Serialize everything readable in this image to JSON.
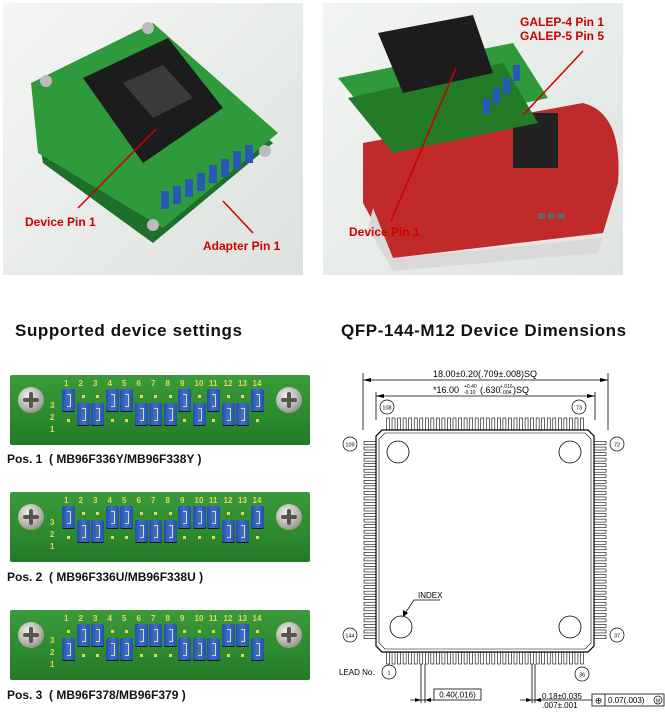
{
  "photos": {
    "adapter": {
      "callouts": {
        "device_pin1": "Device Pin 1",
        "adapter_pin1": "Adapter Pin 1"
      }
    },
    "programmer": {
      "callouts": {
        "galep4": "GALEP-4 Pin 1",
        "galep5": "GALEP-5 Pin 5",
        "device_pin1": "Device Pin 1"
      }
    }
  },
  "settings": {
    "heading": "Supported device settings",
    "jumper_numbers": [
      "1",
      "2",
      "3",
      "4",
      "5",
      "6",
      "7",
      "8",
      "9",
      "10",
      "11",
      "12",
      "13",
      "14"
    ],
    "row_labels": [
      "1",
      "2",
      "3"
    ],
    "positions": [
      {
        "caption": "Pos. 1  ( MB96F336Y/MB96F338Y )",
        "high": [
          1,
          4,
          5,
          9,
          11,
          14
        ]
      },
      {
        "caption": "Pos. 2  ( MB96F336U/MB96F338U )",
        "high": [
          1,
          4,
          5,
          9,
          10,
          11,
          14
        ]
      },
      {
        "caption": "Pos. 3  ( MB96F378/MB96F379 )",
        "high": [
          2,
          3,
          6,
          7,
          8,
          12,
          13
        ]
      }
    ]
  },
  "dimensions": {
    "heading": "QFP-144-M12 Device Dimensions",
    "outer": "18.00±0.20(.709±.008)SQ",
    "inner_prefix": "*16.00",
    "inner_tol_plus": "+0.40",
    "inner_tol_minus": "-0.10",
    "inner_inch": "(.630",
    "inner_inch_plus": "+.016",
    "inner_inch_minus": "-.004",
    "inner_suffix": ")SQ",
    "pins": {
      "p108": "108",
      "p73": "73",
      "p109": "109",
      "p72": "72",
      "p144": "144",
      "p37": "37",
      "p1": "1",
      "p36": "36"
    },
    "index_label": "INDEX",
    "lead_label": "LEAD No.",
    "pitch": "0.40(.016)",
    "lead_width_mm": "0.18±0.035",
    "lead_width_in": ".007±.001",
    "position_tol": "0.07(.003)",
    "position_symbol": "⊕",
    "mmc_symbol": "M"
  }
}
